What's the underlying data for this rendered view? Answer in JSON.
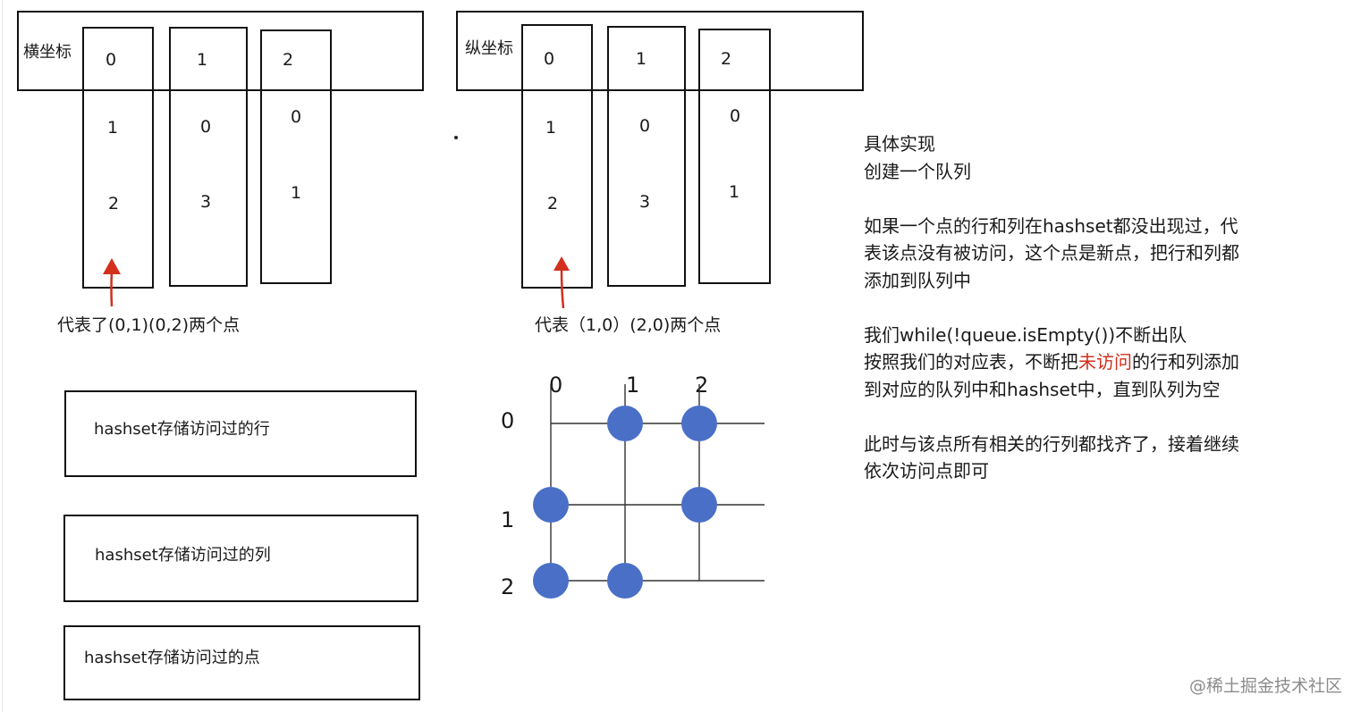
{
  "left_table": {
    "header_label": "横坐标",
    "columns": [
      {
        "header": "0",
        "values": [
          "1",
          "2"
        ]
      },
      {
        "header": "1",
        "values": [
          "0",
          "3"
        ]
      },
      {
        "header": "2",
        "values": [
          "0",
          "1"
        ]
      }
    ],
    "caption": "代表了(0,1)(0,2)两个点"
  },
  "right_table": {
    "header_label": "纵坐标",
    "columns": [
      {
        "header": "0",
        "values": [
          "1",
          "2"
        ]
      },
      {
        "header": "1",
        "values": [
          "0",
          "3"
        ]
      },
      {
        "header": "2",
        "values": [
          "0",
          "1"
        ]
      }
    ],
    "caption": "代表（1,0）(2,0)两个点"
  },
  "hashsets": [
    "hashset存储访问过的行",
    "hashset存储访问过的列",
    "hashset存储访问过的点"
  ],
  "grid": {
    "col_labels": [
      "0",
      "1",
      "2"
    ],
    "row_labels": [
      "0",
      "1",
      "2"
    ],
    "points": [
      [
        0,
        1
      ],
      [
        0,
        2
      ],
      [
        1,
        0
      ],
      [
        1,
        2
      ],
      [
        2,
        0
      ],
      [
        2,
        1
      ]
    ],
    "dot_color": "#4a6fc6"
  },
  "description": {
    "l1": "具体实现",
    "l2": "创建一个队列",
    "l3": "如果一个点的行和列在hashset都没出现过，代",
    "l4": "表该点没有被访问，这个点是新点，把行和列都",
    "l5": "添加到队列中",
    "l6": "我们while(!queue.isEmpty())不断出队",
    "l7_pre": "按照我们的对应表，不断把",
    "l7_red": "未访问",
    "l7_post": "的行和列添加",
    "l8": "到对应的队列中和hashset中，直到队列为空",
    "l9": "此时与该点所有相关的行列都找齐了，接着继续",
    "l10": "依次访问点即可"
  },
  "accent_red": "#d2301d",
  "watermark": "@稀土掘金技术社区"
}
